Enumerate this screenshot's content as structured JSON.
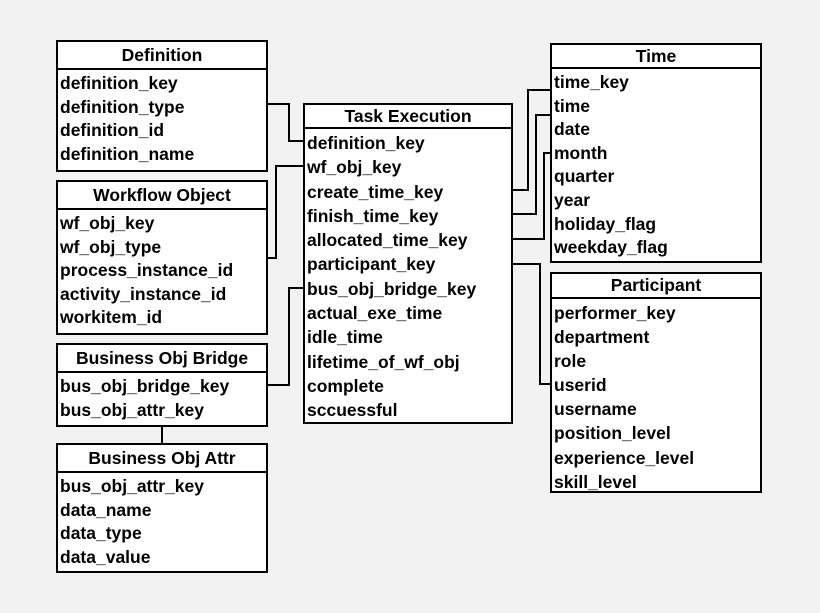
{
  "entities": [
    {
      "id": "definition",
      "title": "Definition",
      "fields": [
        "definition_key",
        "definition_type",
        "definition_id",
        "definition_name"
      ]
    },
    {
      "id": "workflow-object",
      "title": "Workflow Object",
      "fields": [
        "wf_obj_key",
        "wf_obj_type",
        "process_instance_id",
        "activity_instance_id",
        "workitem_id"
      ]
    },
    {
      "id": "business-obj-bridge",
      "title": "Business Obj Bridge",
      "fields": [
        "bus_obj_bridge_key",
        "bus_obj_attr_key"
      ]
    },
    {
      "id": "business-obj-attr",
      "title": "Business Obj Attr",
      "fields": [
        "bus_obj_attr_key",
        "data_name",
        "data_type",
        "data_value"
      ]
    },
    {
      "id": "task-execution",
      "title": "Task Execution",
      "fields": [
        "definition_key",
        "wf_obj_key",
        "create_time_key",
        "finish_time_key",
        "allocated_time_key",
        "participant_key",
        "bus_obj_bridge_key",
        "actual_exe_time",
        "idle_time",
        "lifetime_of_wf_obj",
        "complete",
        "sccuessful"
      ]
    },
    {
      "id": "time",
      "title": "Time",
      "fields": [
        "time_key",
        "time",
        "date",
        "month",
        "quarter",
        "year",
        "holiday_flag",
        "weekday_flag"
      ]
    },
    {
      "id": "participant",
      "title": "Participant",
      "fields": [
        "performer_key",
        "department",
        "role",
        "userid",
        "username",
        "position_level",
        "experience_level",
        "skill_level"
      ]
    }
  ],
  "colors": {
    "background": "#f2f2f2",
    "box": "#ffffff",
    "line": "#000000"
  }
}
